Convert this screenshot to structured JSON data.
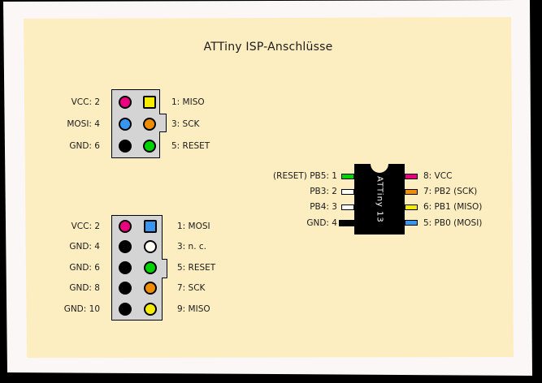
{
  "title": "ATTiny ISP-Anschlüsse",
  "colors": {
    "magenta": "#e8007f",
    "yellow": "#f6ec00",
    "blue": "#3996f0",
    "orange": "#f08c00",
    "green": "#00d200",
    "black": "#000000",
    "white": "#fffef5",
    "connector_gray": "#d4d4d4",
    "cream_bg": "#fdeec2",
    "paper": "#fbf7f7"
  },
  "isp6": {
    "rows": [
      {
        "left_label": "VCC: 2",
        "right_label": "1: MISO",
        "left_pin": "magenta-circle",
        "right_pin": "yellow-square"
      },
      {
        "left_label": "MOSI: 4",
        "right_label": "3: SCK",
        "left_pin": "blue-circle",
        "right_pin": "orange-circle"
      },
      {
        "left_label": "GND: 6",
        "right_label": "5: RESET",
        "left_pin": "black-circle",
        "right_pin": "green-circle"
      }
    ]
  },
  "isp10": {
    "rows": [
      {
        "left_label": "VCC: 2",
        "right_label": "1: MOSI",
        "left_pin": "magenta-circle",
        "right_pin": "blue-square"
      },
      {
        "left_label": "GND: 4",
        "right_label": "3: n. c.",
        "left_pin": "black-circle",
        "right_pin": "white-circle"
      },
      {
        "left_label": "GND: 6",
        "right_label": "5: RESET",
        "left_pin": "black-circle",
        "right_pin": "green-circle"
      },
      {
        "left_label": "GND: 8",
        "right_label": "7: SCK",
        "left_pin": "black-circle",
        "right_pin": "orange-circle"
      },
      {
        "left_label": "GND: 10",
        "right_label": "9: MISO",
        "left_pin": "black-circle",
        "right_pin": "yellow-circle"
      }
    ]
  },
  "chip": {
    "label": "ATTiny 13",
    "left_pins": [
      {
        "label": "(RESET) PB5: 1",
        "color": "green"
      },
      {
        "label": "PB3: 2",
        "color": "white"
      },
      {
        "label": "PB4: 3",
        "color": "white"
      },
      {
        "label": "GND: 4",
        "color": "black"
      }
    ],
    "right_pins": [
      {
        "label": "8: VCC",
        "color": "magenta"
      },
      {
        "label": "7: PB2 (SCK)",
        "color": "orange"
      },
      {
        "label": "6: PB1 (MISO)",
        "color": "yellow"
      },
      {
        "label": "5: PB0 (MOSI)",
        "color": "blue"
      }
    ]
  }
}
